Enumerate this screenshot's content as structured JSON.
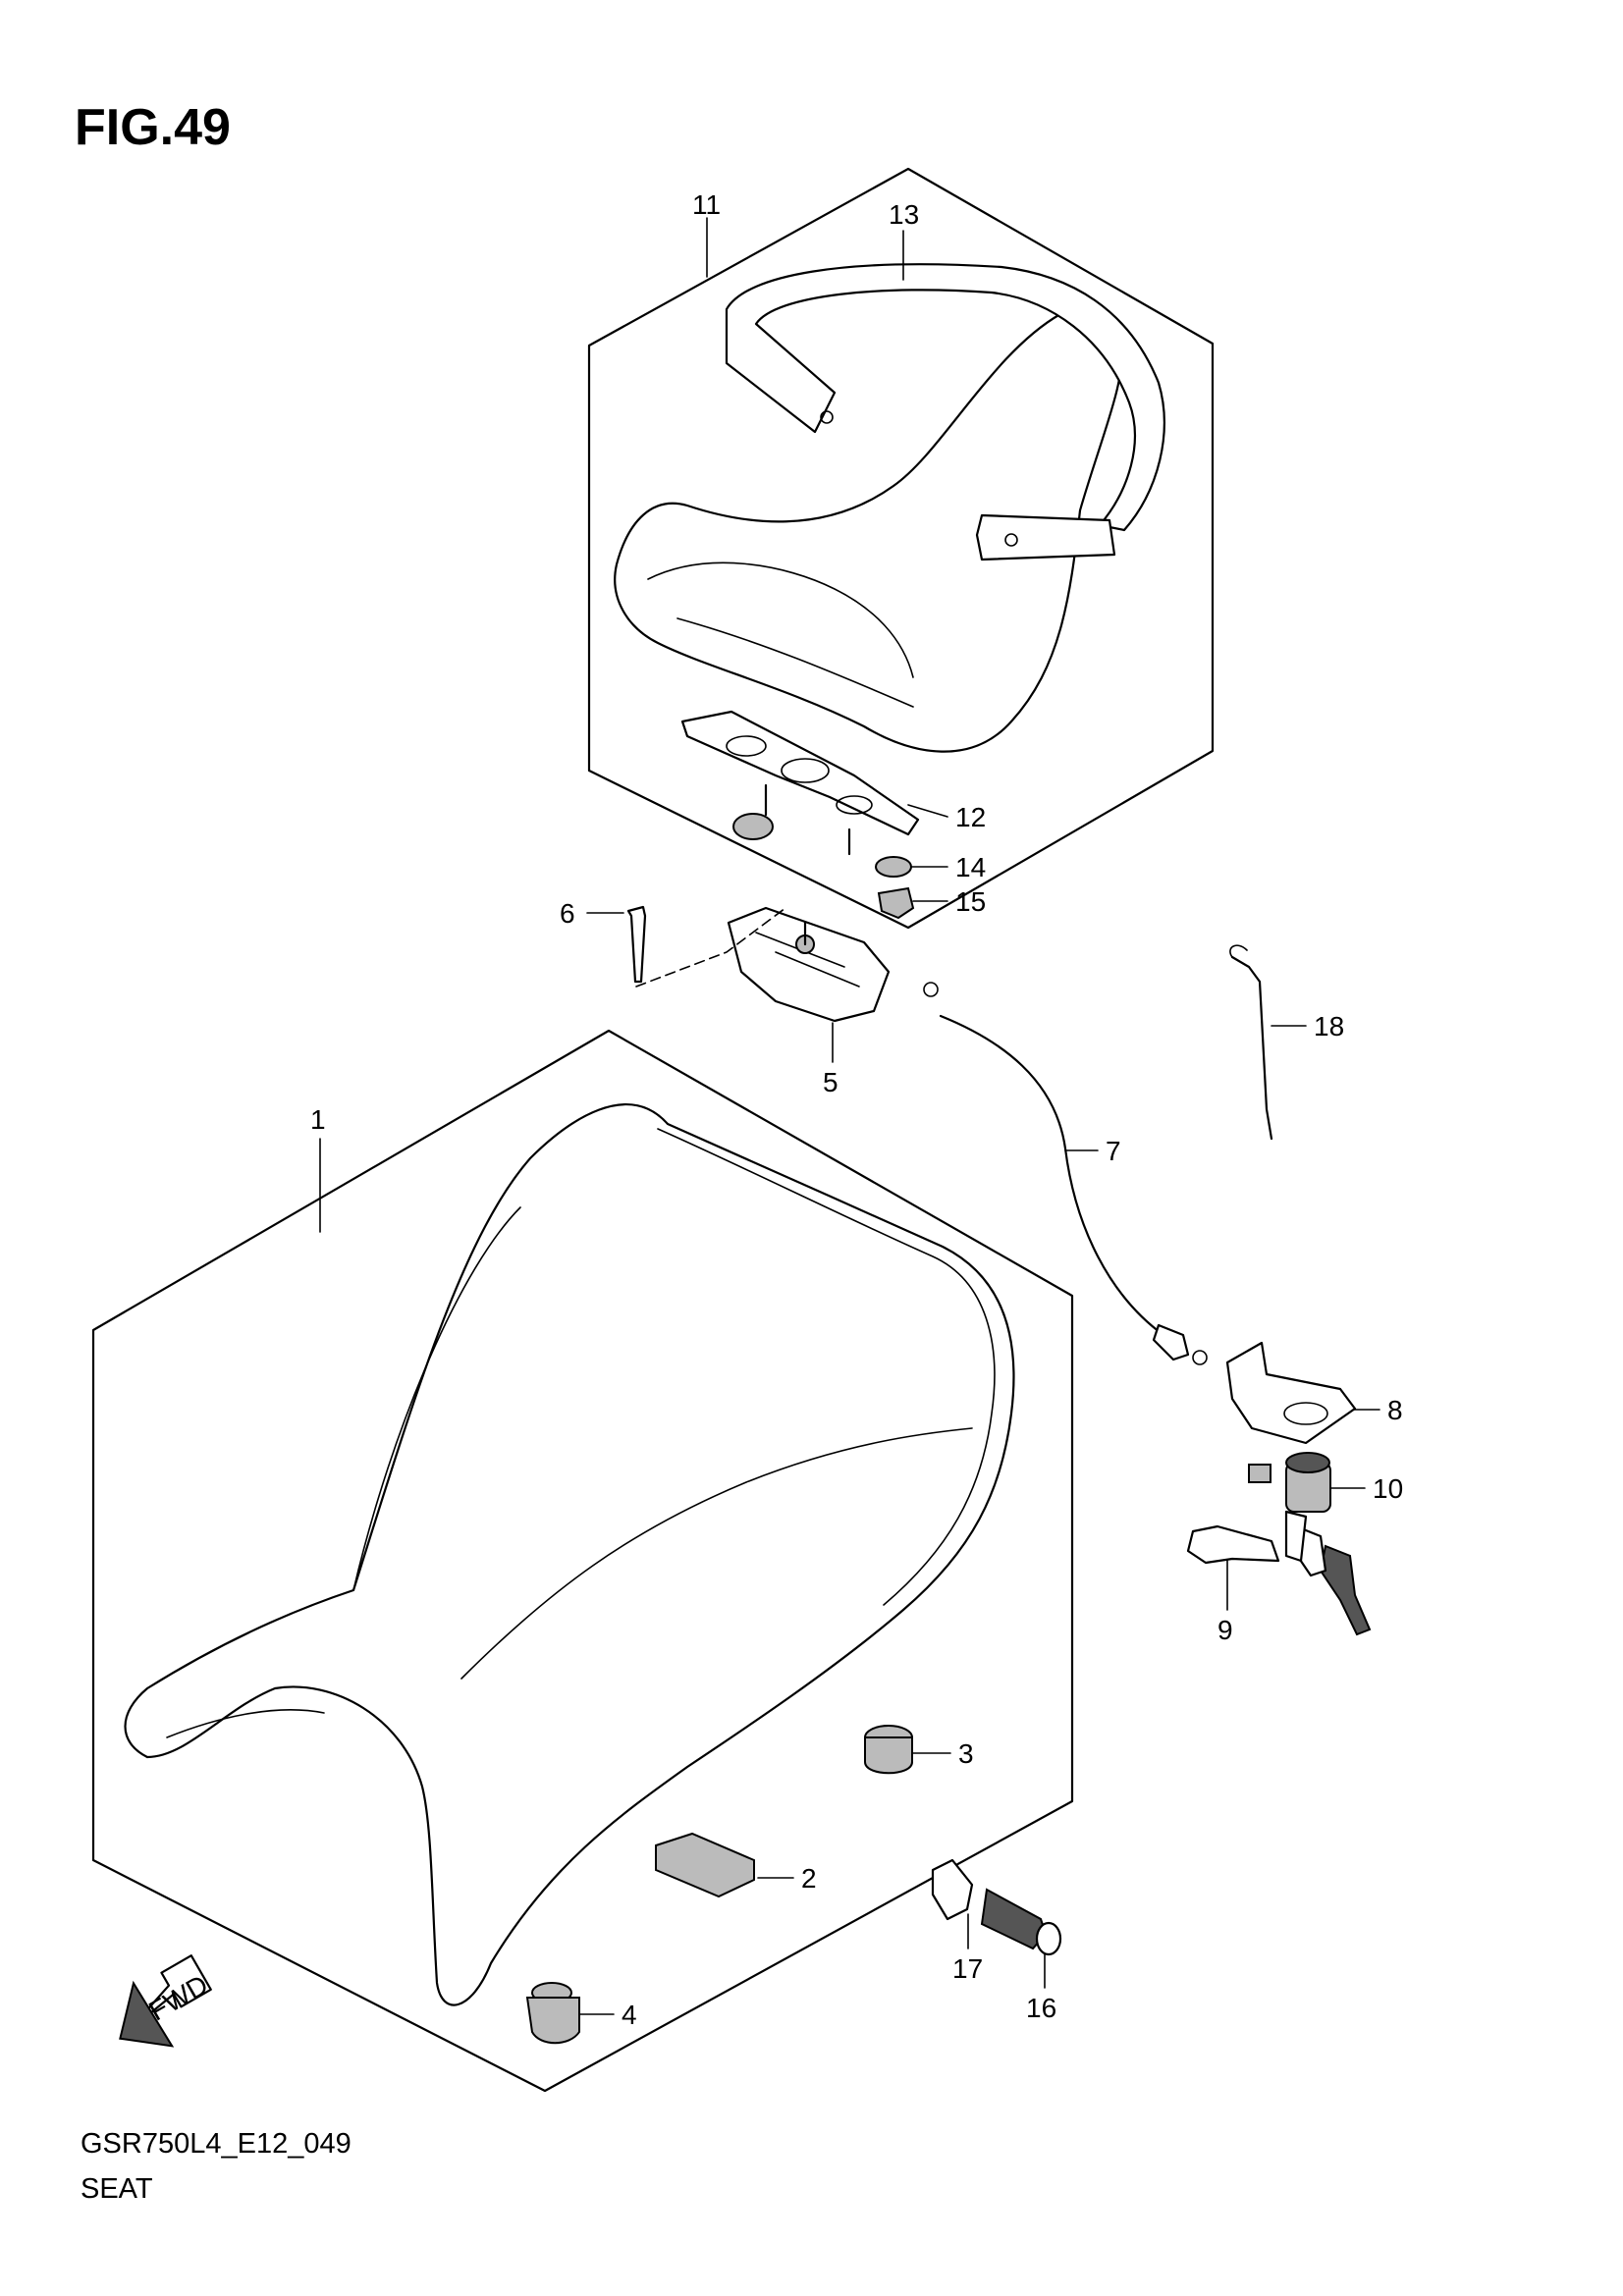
{
  "figure": {
    "title": "FIG.49",
    "code": "GSR750L4_E12_049",
    "name": "SEAT"
  },
  "fwd_label": "FWD",
  "callouts": [
    {
      "id": "p1",
      "label": "1"
    },
    {
      "id": "p2",
      "label": "2"
    },
    {
      "id": "p3",
      "label": "3"
    },
    {
      "id": "p4",
      "label": "4"
    },
    {
      "id": "p5",
      "label": "5"
    },
    {
      "id": "p6",
      "label": "6"
    },
    {
      "id": "p7",
      "label": "7"
    },
    {
      "id": "p8",
      "label": "8"
    },
    {
      "id": "p9",
      "label": "9"
    },
    {
      "id": "p10",
      "label": "10"
    },
    {
      "id": "p11",
      "label": "11"
    },
    {
      "id": "p12",
      "label": "12"
    },
    {
      "id": "p13",
      "label": "13"
    },
    {
      "id": "p14",
      "label": "14"
    },
    {
      "id": "p15",
      "label": "15"
    },
    {
      "id": "p16",
      "label": "16"
    },
    {
      "id": "p17",
      "label": "17"
    },
    {
      "id": "p18",
      "label": "18"
    }
  ]
}
